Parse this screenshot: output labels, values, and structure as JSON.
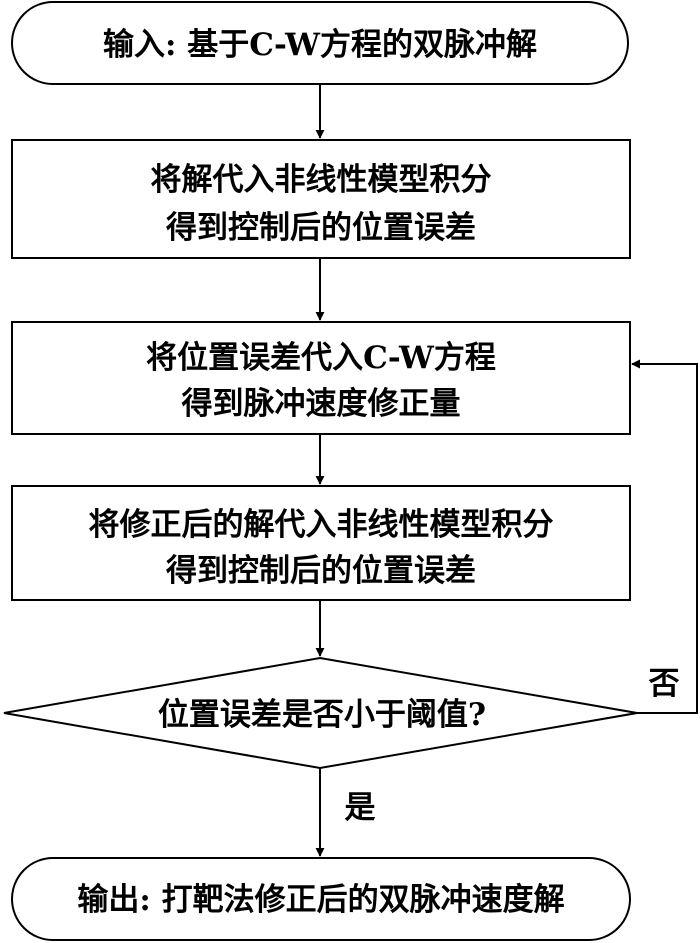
{
  "nodes": {
    "start": {
      "text": "输入: 基于C-W方程的双脉冲解"
    },
    "step1": {
      "line1": "将解代入非线性模型积分",
      "line2": "得到控制后的位置误差"
    },
    "step2": {
      "line1": "将位置误差代入C-W方程",
      "line2": "得到脉冲速度修正量"
    },
    "step3": {
      "line1": "将修正后的解代入非线性模型积分",
      "line2": "得到控制后的位置误差"
    },
    "decision": {
      "text": "位置误差是否小于阈值?"
    },
    "end": {
      "text": "输出: 打靶法修正后的双脉冲速度解"
    }
  },
  "edges": {
    "no_label": "否",
    "yes_label": "是"
  }
}
